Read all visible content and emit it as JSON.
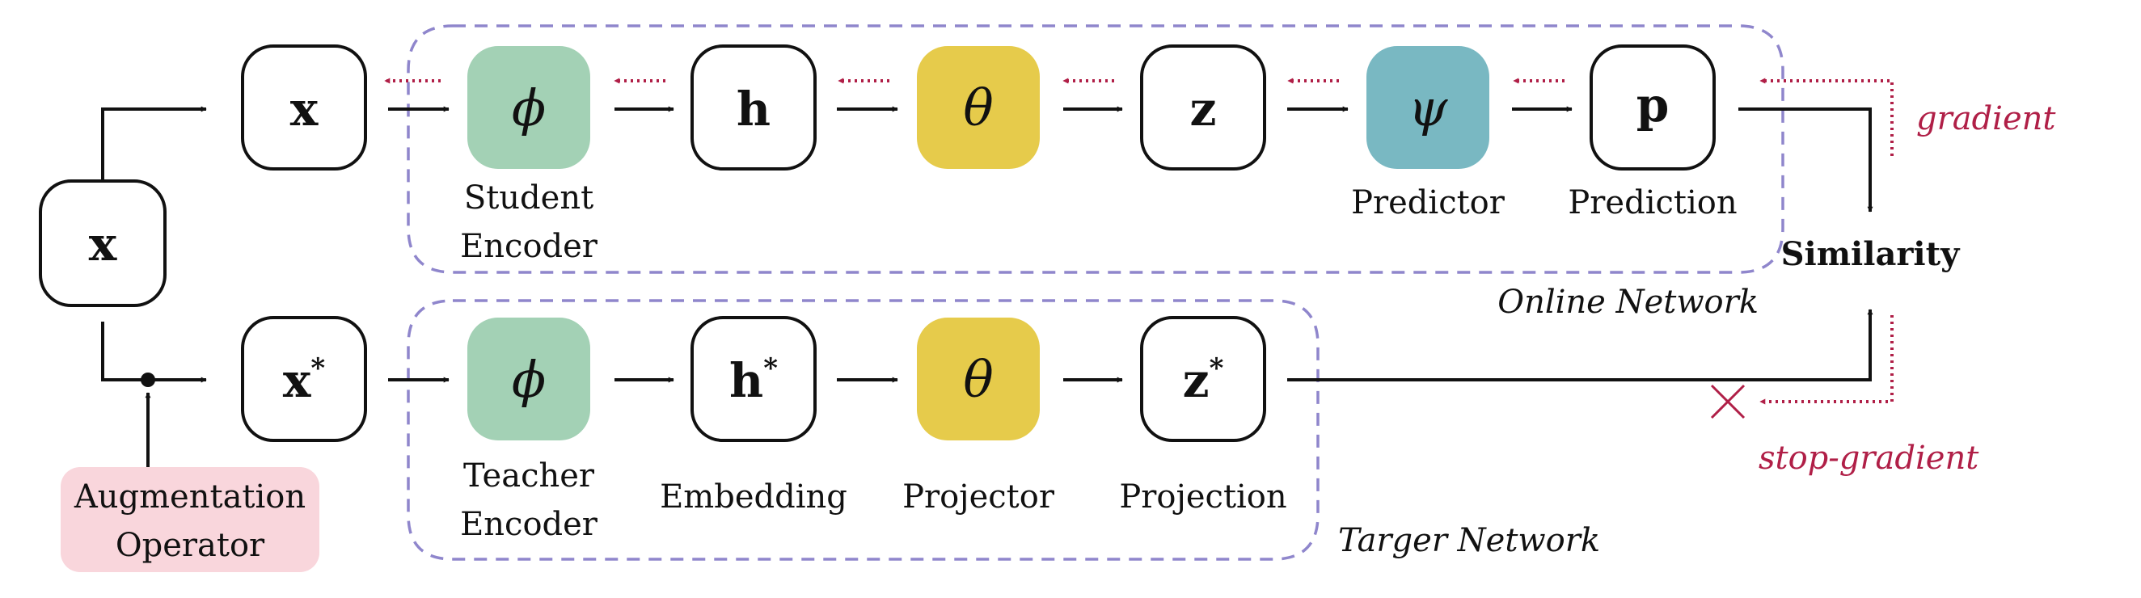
{
  "colors": {
    "encoder": "#a3d1b5",
    "projector": "#e6cb4b",
    "predictor": "#79b8c2",
    "augmentation": "#f9d6dc",
    "network_border": "#8f86cc",
    "gradient": "#b01f47"
  },
  "input": {
    "label": "x"
  },
  "augmentation": {
    "line1": "Augmentation",
    "line2": "Operator"
  },
  "online": {
    "view": "x",
    "encoder_symbol": "ϕ",
    "encoder_label_line1": "Student",
    "encoder_label_line2": "Encoder",
    "embedding": "h",
    "projector_symbol": "θ",
    "projection": "z",
    "predictor_symbol": "ψ",
    "predictor_label": "Predictor",
    "prediction": "p",
    "prediction_label": "Prediction",
    "network_label": "Online Network"
  },
  "target": {
    "view": "x",
    "encoder_symbol": "ϕ",
    "encoder_label_line1": "Teacher",
    "encoder_label_line2": "Encoder",
    "embedding": "h",
    "embedding_label": "Embedding",
    "projector_symbol": "θ",
    "projector_label": "Projector",
    "projection": "z",
    "projection_label": "Projection",
    "network_label": "Targer Network",
    "star": "*"
  },
  "similarity": "Similarity",
  "gradient_label": "gradient",
  "stop_gradient_label": "stop-gradient"
}
